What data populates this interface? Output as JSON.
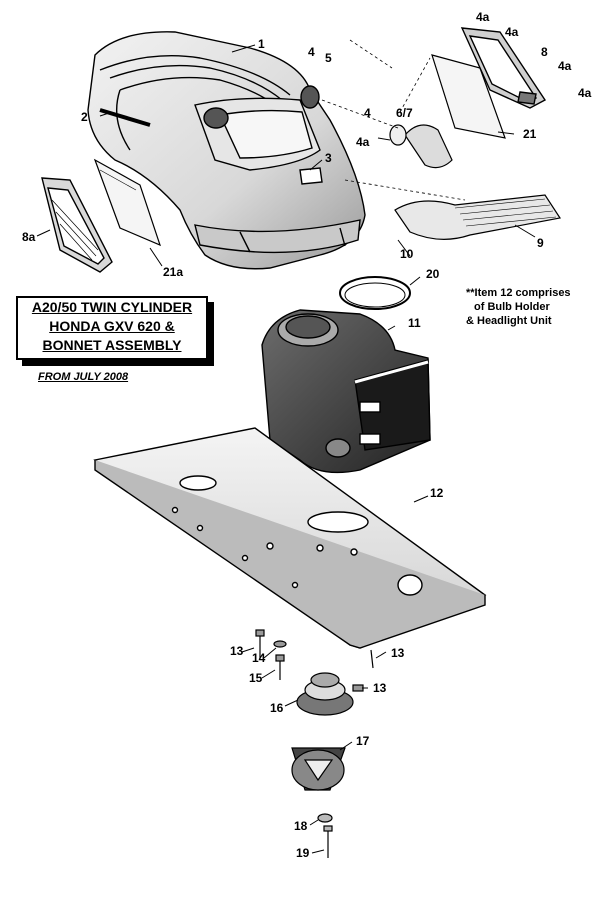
{
  "title": {
    "line1": "A20/50 TWIN CYLINDER",
    "line2": "HONDA GXV 620 &",
    "line3": "BONNET ASSEMBLY"
  },
  "subtitle": "FROM JULY 2008",
  "note": {
    "line1": "**Item 12 comprises",
    "line2": "of Bulb Holder",
    "line3": "& Headlight Unit"
  },
  "labels": {
    "p1": "1",
    "p2": "2",
    "p3": "3",
    "p4a": "4",
    "p4b": "4",
    "p4a_1": "4a",
    "p4a_2": "4a",
    "p4a_3": "4a",
    "p4a_4": "4a",
    "p4a_5": "4a",
    "p5": "5",
    "p6_7": "6/7",
    "p8": "8",
    "p8a": "8a",
    "p9": "9",
    "p10": "10",
    "p11": "11",
    "p12": "12",
    "p13a": "13",
    "p13b": "13",
    "p13c": "13",
    "p14": "14",
    "p15": "15",
    "p16": "16",
    "p17": "17",
    "p18": "18",
    "p19": "19",
    "p20": "20",
    "p21": "21",
    "p21a": "21a"
  }
}
